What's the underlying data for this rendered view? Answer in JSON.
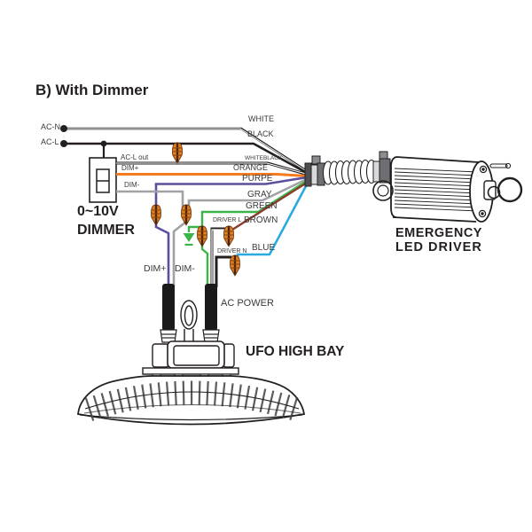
{
  "title": "B) With Dimmer",
  "colors": {
    "black": "#231f20",
    "orange": "#f47b20",
    "purple": "#5c4e9e",
    "gray": "#a0a2a5",
    "green": "#3bb54a",
    "brown": "#8c3b2e",
    "blue": "#29abe2",
    "wire_nut": "#e2801f"
  },
  "supply": {
    "neutral": "AC-N",
    "line": "AC-L"
  },
  "dimmer": {
    "name_line1": "0~10V",
    "name_line2": "DIMMER",
    "ac_l_out": "AC-L out",
    "dim_plus": "DIM+",
    "dim_minus": "DIM-"
  },
  "bundle_labels": {
    "white": "WHITE",
    "black": "BLACK",
    "whiteblack": "WHITEBLACK",
    "orange": "ORANGE",
    "purple": "PURPE",
    "gray": "GRAY",
    "green": "GREEN",
    "brown": "BROWN",
    "blue": "BLUE"
  },
  "fixture": {
    "dim_plus": "DIM+",
    "dim_minus": "DIM-",
    "driver_l": "DRIVER L",
    "driver_n": "DRIVER N",
    "ac_power": "AC POWER",
    "name": "UFO HIGH BAY"
  },
  "emergency_driver": {
    "name_line1": "EMERGENCY",
    "name_line2": "LED DRIVER"
  }
}
